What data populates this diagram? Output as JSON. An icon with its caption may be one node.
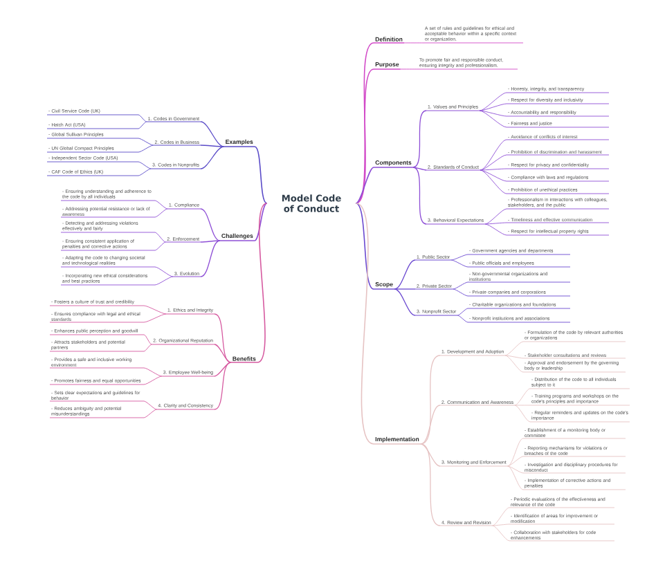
{
  "diagram": {
    "nodes": [
      {
        "text": [
          "Model Code of Conduct"
        ]
      },
      {
        "text": [
          "Examples"
        ]
      },
      {
        "text": [
          "1. Codes in Government"
        ]
      },
      {
        "text": [
          "- Civil Service Code (UK)"
        ]
      },
      {
        "text": [
          "- Hatch Act (USA)"
        ]
      },
      {
        "text": [
          "2. Codes in Business"
        ]
      },
      {
        "text": [
          "- Global Sullivan Principles"
        ]
      },
      {
        "text": [
          "- UN Global Compact Principles"
        ]
      },
      {
        "text": [
          "3. Codes in Nonprofits"
        ]
      },
      {
        "text": [
          "- Independent Sector Code (USA)"
        ]
      },
      {
        "text": [
          "- CAF Code of Ethics (UK)"
        ]
      },
      {
        "text": [
          "Challenges"
        ]
      },
      {
        "text": [
          "1. Compliance"
        ]
      },
      {
        "text": [
          "- Ensuring understanding and adherence to the code by all individuals"
        ]
      },
      {
        "text": [
          "- Addressing potential resistance or lack of awareness"
        ]
      },
      {
        "text": [
          "2. Enforcement"
        ]
      },
      {
        "text": [
          "- Detecting and addressing violations effectively and fairly"
        ]
      },
      {
        "text": [
          "- Ensuring consistent application of penalties and corrective actions"
        ]
      },
      {
        "text": [
          "3. Evolution"
        ]
      },
      {
        "text": [
          "- Adapting the code to changing societal and technological realities"
        ]
      },
      {
        "text": [
          "- Incorporating new ethical considerations and best practices"
        ]
      },
      {
        "text": [
          "Benefits"
        ]
      },
      {
        "text": [
          "1. Ethics and Integrity"
        ]
      },
      {
        "text": [
          "- Fosters a culture of trust and credibility"
        ]
      },
      {
        "text": [
          "- Ensures compliance with legal and ethical standards"
        ]
      },
      {
        "text": [
          "2. Organizational Reputation"
        ]
      },
      {
        "text": [
          "- Enhances public perception and goodwill"
        ]
      },
      {
        "text": [
          "- Attracts stakeholders and potential partners"
        ]
      },
      {
        "text": [
          "3. Employee Well-being"
        ]
      },
      {
        "text": [
          "- Provides a safe and inclusive working environment"
        ]
      },
      {
        "text": [
          "- Promotes fairness and equal opportunities"
        ]
      },
      {
        "text": [
          "4. Clarity and Consistency"
        ]
      },
      {
        "text": [
          "- Sets clear expectations and guidelines for behavior"
        ]
      },
      {
        "text": [
          "- Reduces ambiguity and potential misunderstandings"
        ]
      },
      {
        "text": [
          "Definition"
        ]
      },
      {
        "text": [
          "A set of rules and guidelines for ethical and acceptable behavior within a specific context or organization."
        ]
      },
      {
        "text": [
          "Purpose"
        ]
      },
      {
        "text": [
          "To promote fair and responsible conduct, ensuring integrity and professionalism."
        ]
      },
      {
        "text": [
          "Components"
        ]
      },
      {
        "text": [
          "1. Values and Principles"
        ]
      },
      {
        "text": [
          "- Honesty, integrity, and transparency"
        ]
      },
      {
        "text": [
          "- Respect for diversity and inclusivity"
        ]
      },
      {
        "text": [
          "- Accountability and responsibility"
        ]
      },
      {
        "text": [
          "- Fairness and justice"
        ]
      },
      {
        "text": [
          "2. Standards of Conduct"
        ]
      },
      {
        "text": [
          "- Avoidance of conflicts of interest"
        ]
      },
      {
        "text": [
          "- Prohibition of discrimination and harassment"
        ]
      },
      {
        "text": [
          "- Respect for privacy and confidentiality"
        ]
      },
      {
        "text": [
          "- Compliance with laws and regulations"
        ]
      },
      {
        "text": [
          "- Prohibition of unethical practices"
        ]
      },
      {
        "text": [
          "3. Behavioral Expectations"
        ]
      },
      {
        "text": [
          "- Professionalism in interactions with colleagues, stakeholders, and the public"
        ]
      },
      {
        "text": [
          "- Timeliness and effective communication"
        ]
      },
      {
        "text": [
          "- Respect for intellectual property rights"
        ]
      },
      {
        "text": [
          "Scope"
        ]
      },
      {
        "text": [
          "1. Public Sector"
        ]
      },
      {
        "text": [
          "- Government agencies and departments"
        ]
      },
      {
        "text": [
          "- Public officials and employees"
        ]
      },
      {
        "text": [
          "2. Private Sector"
        ]
      },
      {
        "text": [
          "- Non-governmental organizations and institutions"
        ]
      },
      {
        "text": [
          "- Private companies and corporations"
        ]
      },
      {
        "text": [
          "3. Nonprofit Sector"
        ]
      },
      {
        "text": [
          "- Charitable organizations and foundations"
        ]
      },
      {
        "text": [
          "- Nonprofit institutions and associations"
        ]
      },
      {
        "text": [
          "Implementation"
        ]
      },
      {
        "text": [
          "1. Development and Adoption"
        ]
      },
      {
        "text": [
          "- Formulation of the code by relevant authorities or organizations"
        ]
      },
      {
        "text": [
          "- Stakeholder consultations and reviews"
        ]
      },
      {
        "text": [
          "- Approval and endorsement by the governing body or leadership"
        ]
      },
      {
        "text": [
          "2. Communication and Awareness"
        ]
      },
      {
        "text": [
          "- Distribution of the code to all individuals subject to it"
        ]
      },
      {
        "text": [
          "- Training programs and workshops on the code's principles and importance"
        ]
      },
      {
        "text": [
          "- Regular reminders and updates on the code's importance"
        ]
      },
      {
        "text": [
          "3. Monitoring and Enforcement"
        ]
      },
      {
        "text": [
          "- Establishment of a monitoring body or committee"
        ]
      },
      {
        "text": [
          "- Reporting mechanisms for violations or breaches of the code"
        ]
      },
      {
        "text": [
          "- Investigation and disciplinary procedures for misconduct"
        ]
      },
      {
        "text": [
          "- Implementation of corrective actions and penalties"
        ]
      },
      {
        "text": [
          "4. Review and Revision"
        ]
      },
      {
        "text": [
          "- Periodic evaluations of the effectiveness and relevance of the code"
        ]
      },
      {
        "text": [
          "- Identification of areas for improvement or modification"
        ]
      },
      {
        "text": [
          "- Collaboration with stakeholders for code enhancements"
        ]
      }
    ],
    "edges": [
      {
        "from": 0,
        "to": 1,
        "arrow": "none",
        "color": "#5a4bc8"
      },
      {
        "from": 1,
        "to": 2,
        "arrow": "none",
        "color": "#5a4bc8"
      },
      {
        "from": 2,
        "to": 3,
        "arrow": "none",
        "color": "#5a4bc8"
      },
      {
        "from": 2,
        "to": 4,
        "arrow": "none",
        "color": "#5a4bc8"
      },
      {
        "from": 1,
        "to": 5,
        "arrow": "none",
        "color": "#5a4bc8"
      },
      {
        "from": 5,
        "to": 6,
        "arrow": "none",
        "color": "#5a4bc8"
      },
      {
        "from": 5,
        "to": 7,
        "arrow": "none",
        "color": "#5a4bc8"
      },
      {
        "from": 1,
        "to": 8,
        "arrow": "none",
        "color": "#5a4bc8"
      },
      {
        "from": 8,
        "to": 9,
        "arrow": "none",
        "color": "#5a4bc8"
      },
      {
        "from": 8,
        "to": 10,
        "arrow": "none",
        "color": "#5a4bc8"
      },
      {
        "from": 0,
        "to": 11,
        "arrow": "none"
      },
      {
        "from": 11,
        "to": 12,
        "arrow": "none"
      },
      {
        "from": 12,
        "to": 13,
        "arrow": "none"
      },
      {
        "from": 12,
        "to": 14,
        "arrow": "none"
      },
      {
        "from": 11,
        "to": 15,
        "arrow": "none"
      },
      {
        "from": 15,
        "to": 16,
        "arrow": "none"
      },
      {
        "from": 15,
        "to": 17,
        "arrow": "none"
      },
      {
        "from": 11,
        "to": 18,
        "arrow": "none"
      },
      {
        "from": 18,
        "to": 19,
        "arrow": "none"
      },
      {
        "from": 18,
        "to": 20,
        "arrow": "none"
      },
      {
        "from": 0,
        "to": 21,
        "arrow": "none",
        "color": "#d65aa0"
      },
      {
        "from": 21,
        "to": 22,
        "arrow": "none",
        "color": "#d65aa0"
      },
      {
        "from": 22,
        "to": 23,
        "arrow": "none",
        "color": "#d65aa0"
      },
      {
        "from": 22,
        "to": 24,
        "arrow": "none",
        "color": "#d65aa0"
      },
      {
        "from": 21,
        "to": 25,
        "arrow": "none",
        "color": "#d65aa0"
      },
      {
        "from": 25,
        "to": 26,
        "arrow": "none",
        "color": "#d65aa0"
      },
      {
        "from": 25,
        "to": 27,
        "arrow": "none",
        "color": "#d65aa0"
      },
      {
        "from": 21,
        "to": 28,
        "arrow": "none",
        "color": "#d65aa0"
      },
      {
        "from": 28,
        "to": 29,
        "arrow": "none",
        "color": "#d65aa0"
      },
      {
        "from": 28,
        "to": 30,
        "arrow": "none",
        "color": "#d65aa0"
      },
      {
        "from": 21,
        "to": 31,
        "arrow": "none",
        "color": "#d65aa0"
      },
      {
        "from": 31,
        "to": 32,
        "arrow": "none",
        "color": "#d65aa0"
      },
      {
        "from": 31,
        "to": 33,
        "arrow": "none",
        "color": "#d65aa0"
      },
      {
        "from": 0,
        "to": 34,
        "arrow": "none",
        "color": "#d24ac8"
      },
      {
        "from": 34,
        "to": 35,
        "arrow": "none",
        "color": "#d24ac8"
      },
      {
        "from": 0,
        "to": 36,
        "arrow": "none",
        "color": "#d24ac8"
      },
      {
        "from": 36,
        "to": 37,
        "arrow": "none",
        "color": "#d24ac8"
      },
      {
        "from": 0,
        "to": 38,
        "arrow": "none"
      },
      {
        "from": 38,
        "to": 39,
        "arrow": "none"
      },
      {
        "from": 39,
        "to": 40,
        "arrow": "none"
      },
      {
        "from": 39,
        "to": 41,
        "arrow": "none"
      },
      {
        "from": 39,
        "to": 42,
        "arrow": "none"
      },
      {
        "from": 39,
        "to": 43,
        "arrow": "none"
      },
      {
        "from": 38,
        "to": 44,
        "arrow": "none"
      },
      {
        "from": 44,
        "to": 45,
        "arrow": "none"
      },
      {
        "from": 44,
        "to": 46,
        "arrow": "none"
      },
      {
        "from": 44,
        "to": 47,
        "arrow": "none"
      },
      {
        "from": 44,
        "to": 48,
        "arrow": "none"
      },
      {
        "from": 44,
        "to": 49,
        "arrow": "none"
      },
      {
        "from": 38,
        "to": 50,
        "arrow": "none"
      },
      {
        "from": 50,
        "to": 51,
        "arrow": "none"
      },
      {
        "from": 50,
        "to": 52,
        "arrow": "none"
      },
      {
        "from": 50,
        "to": 53,
        "arrow": "none"
      },
      {
        "from": 0,
        "to": 54,
        "arrow": "none",
        "color": "#6a48d0"
      },
      {
        "from": 54,
        "to": 55,
        "arrow": "none",
        "color": "#6a48d0"
      },
      {
        "from": 55,
        "to": 56,
        "arrow": "none",
        "color": "#6a48d0"
      },
      {
        "from": 55,
        "to": 57,
        "arrow": "none",
        "color": "#6a48d0"
      },
      {
        "from": 54,
        "to": 58,
        "arrow": "none",
        "color": "#6a48d0"
      },
      {
        "from": 58,
        "to": 59,
        "arrow": "none",
        "color": "#6a48d0"
      },
      {
        "from": 58,
        "to": 60,
        "arrow": "none",
        "color": "#6a48d0"
      },
      {
        "from": 54,
        "to": 61,
        "arrow": "none",
        "color": "#6a48d0"
      },
      {
        "from": 61,
        "to": 62,
        "arrow": "none",
        "color": "#6a48d0"
      },
      {
        "from": 61,
        "to": 63,
        "arrow": "none",
        "color": "#6a48d0"
      },
      {
        "from": 0,
        "to": 64,
        "arrow": "none",
        "color": "#e6c3c3"
      },
      {
        "from": 64,
        "to": 65,
        "arrow": "none",
        "color": "#e6c3c3"
      },
      {
        "from": 65,
        "to": 66,
        "arrow": "none",
        "color": "#e6c3c3"
      },
      {
        "from": 65,
        "to": 67,
        "arrow": "none",
        "color": "#e6c3c3"
      },
      {
        "from": 65,
        "to": 68,
        "arrow": "none",
        "color": "#e6c3c3"
      },
      {
        "from": 64,
        "to": 69,
        "arrow": "none",
        "color": "#e6c3c3"
      },
      {
        "from": 69,
        "to": 70,
        "arrow": "none",
        "color": "#e6c3c3"
      },
      {
        "from": 69,
        "to": 71,
        "arrow": "none",
        "color": "#e6c3c3"
      },
      {
        "from": 69,
        "to": 72,
        "arrow": "none",
        "color": "#e6c3c3"
      },
      {
        "from": 64,
        "to": 73,
        "arrow": "none",
        "color": "#e6c3c3"
      },
      {
        "from": 73,
        "to": 74,
        "arrow": "none",
        "color": "#e6c3c3"
      },
      {
        "from": 73,
        "to": 75,
        "arrow": "none",
        "color": "#e6c3c3"
      },
      {
        "from": 73,
        "to": 76,
        "arrow": "none",
        "color": "#e6c3c3"
      },
      {
        "from": 73,
        "to": 77,
        "arrow": "none",
        "color": "#e6c3c3"
      },
      {
        "from": 64,
        "to": 78,
        "arrow": "none",
        "color": "#e6c3c3"
      },
      {
        "from": 78,
        "to": 79,
        "arrow": "none",
        "color": "#e6c3c3"
      },
      {
        "from": 78,
        "to": 80,
        "arrow": "none",
        "color": "#e6c3c3"
      },
      {
        "from": 78,
        "to": 81,
        "arrow": "none",
        "color": "#e6c3c3"
      }
    ]
  }
}
